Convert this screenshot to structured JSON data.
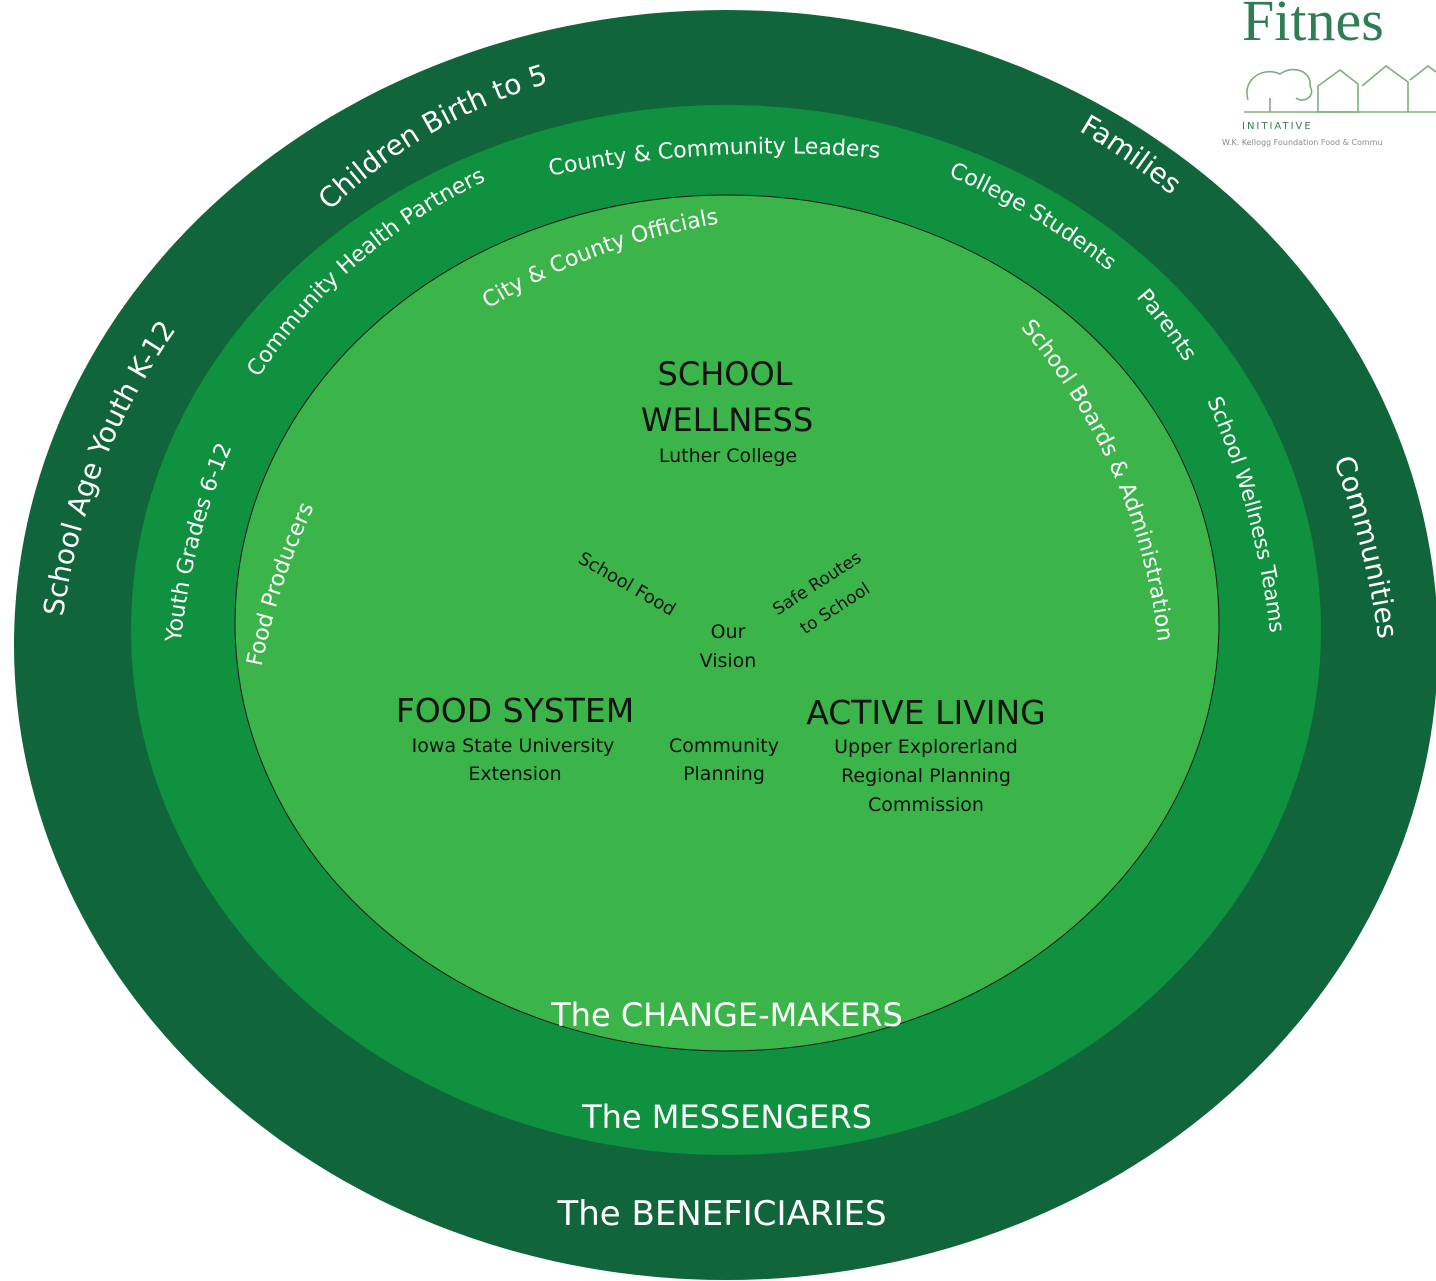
{
  "rings": {
    "outer": {
      "label": "The BENEFICIARIES",
      "color": "#10663a"
    },
    "middle": {
      "label": "The MESSENGERS",
      "color": "#0f913f"
    },
    "inner": {
      "label": "The CHANGE-MAKERS",
      "color": "#3bb44a"
    }
  },
  "beneficiaries": {
    "children": "Children Birth to 5",
    "families": "Families",
    "school_age": "School Age Youth K-12",
    "communities": "Communities"
  },
  "messengers": {
    "county_leaders": "County & Community Leaders",
    "health_partners": "Community Health Partners",
    "college_students": "College Students",
    "parents": "Parents",
    "youth_grades": "Youth Grades 6-12",
    "wellness_teams": "School Wellness Teams"
  },
  "changemakers": {
    "officials": "City & County Officials",
    "boards": "School Boards & Administration",
    "producers": "Food Producers"
  },
  "core": {
    "school_wellness": {
      "title_line1": "SCHOOL",
      "title_line2": "WELLNESS",
      "org": "Luther College"
    },
    "food_system": {
      "title": "FOOD SYSTEM",
      "org_line1": "Iowa State University",
      "org_line2": "Extension"
    },
    "active_living": {
      "title": "ACTIVE LIVING",
      "org_line1": "Upper Explorerland",
      "org_line2": "Regional Planning",
      "org_line3": "Commission"
    },
    "vision": {
      "line1": "Our",
      "line2": "Vision"
    },
    "school_food": "School Food",
    "safe_routes": {
      "line1": "Safe Routes",
      "line2": "to School"
    },
    "community_planning": {
      "line1": "Community",
      "line2": "Planning"
    }
  },
  "logo": {
    "title": "Fitnes",
    "initiative": "INITIATIVE",
    "foundation": "W.K. Kellogg Foundation Food & Commu"
  }
}
